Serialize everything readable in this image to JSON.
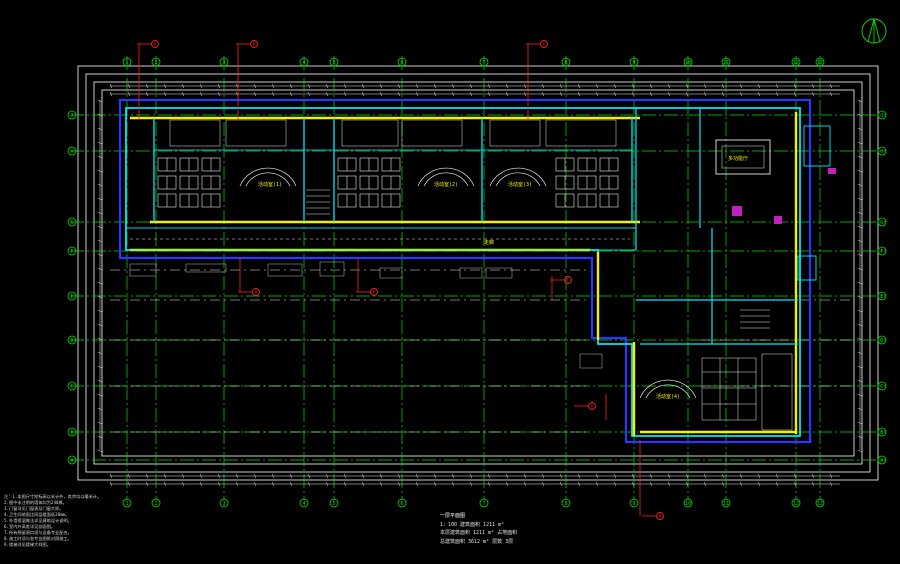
{
  "drawing": {
    "colors": {
      "background": "#000000",
      "grid": "#00e000",
      "wall": "#00e6ff",
      "insulation": "#f5f000",
      "outer_wall": "#2838ff",
      "hidden_line": "#e8e8e8",
      "callout": "#ff2020",
      "frame": "#ffffff"
    },
    "axes_top": [
      "1",
      "2",
      "3",
      "4",
      "5",
      "6",
      "7",
      "8",
      "9",
      "10",
      "11",
      "12",
      "13"
    ],
    "axes_left": [
      "J",
      "H",
      "G",
      "F",
      "E",
      "D",
      "C",
      "B",
      "A"
    ],
    "rooms": [
      {
        "id": "activity-1",
        "label": "活动室(1)"
      },
      {
        "id": "activity-2",
        "label": "活动室(2)"
      },
      {
        "id": "activity-3",
        "label": "活动室(3)"
      },
      {
        "id": "activity-4",
        "label": "活动室(4)"
      },
      {
        "id": "corridor",
        "label": "走廊"
      },
      {
        "id": "multi-purpose",
        "label": "多功能厅"
      }
    ],
    "callouts": [
      "A",
      "B",
      "C",
      "D",
      "E",
      "F",
      "G",
      "H"
    ],
    "north_icon": "north-arrow-icon"
  },
  "notes": [
    "注：1.本图尺寸除标高以米计外，其余均以毫米计。",
    "2.图中未注明的墙体均为240厚。",
    "3.门窗详见门窗表及门窗大样。",
    "4.卫生间地面比同层楼面低20mm。",
    "5.外墙保温做法详见建筑设计说明。",
    "6.室内外高差详见剖面图。",
    "7.所有预留洞口须与设备专业配合。",
    "8.施工时须与各专业图纸对照施工。",
    "9.楼梯详见楼梯大样图。"
  ],
  "legend": {
    "title": "一层平面图",
    "rows": [
      "1：100    建筑面积  1211 m²",
      "本层建筑面积   1211 m²     占地面积",
      "总建筑面积     3612 m²     层数  3层"
    ]
  }
}
